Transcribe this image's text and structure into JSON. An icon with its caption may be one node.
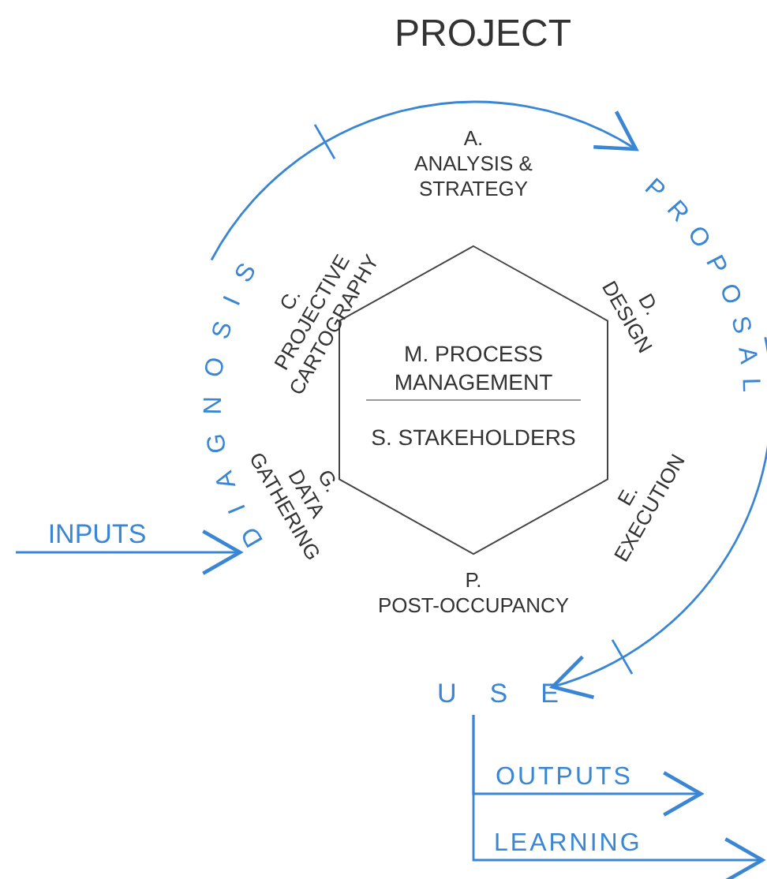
{
  "diagram": {
    "title": "PROJECT",
    "nodes": [
      {
        "text": [
          "M. PROCESS MANAGEMENT",
          "S. STAKEHOLDERS"
        ]
      },
      {
        "text": [
          "DIAGNOSIS"
        ]
      },
      {
        "text": [
          "PROPOSAL"
        ]
      },
      {
        "text": [
          "USE"
        ]
      },
      {
        "text": [
          "INPUTS"
        ]
      }
    ],
    "edges": [
      {
        "from": 1,
        "to": 2,
        "arrow": "to"
      },
      {
        "from": 2,
        "to": 3,
        "arrow": "to"
      },
      {
        "from": 4,
        "to": 1,
        "arrow": "to"
      },
      {
        "from": 3,
        "to": null,
        "arrow": "to",
        "label": "OUTPUTS"
      },
      {
        "from": 3,
        "to": null,
        "arrow": "to",
        "label": "LEARNING"
      }
    ],
    "labels": [
      "A. ANALYSIS & STRATEGY",
      "C. PROJECTIVE CARTOGRAPHY",
      "D. DESIGN",
      "G. DATA GATHERING",
      "E. EXECUTION",
      "P. POST-OCCUPANCY"
    ]
  }
}
